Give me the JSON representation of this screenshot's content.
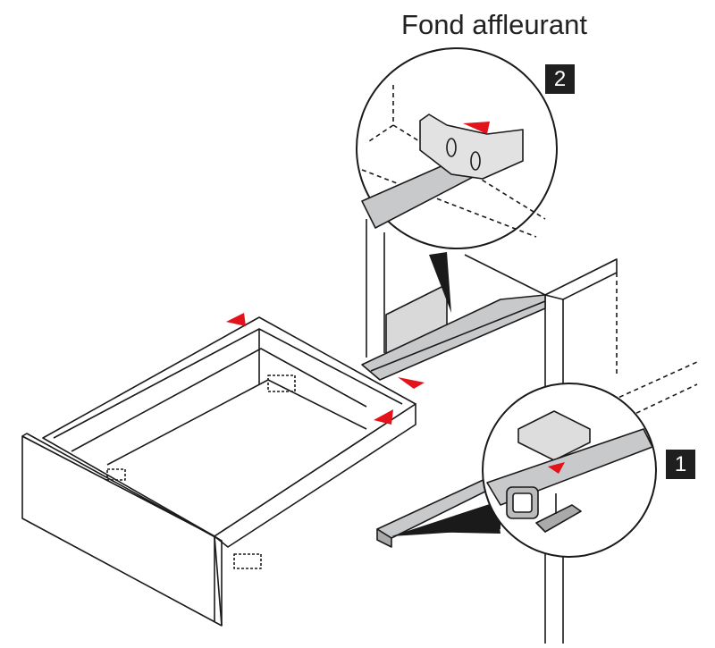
{
  "title": "Fond affleurant",
  "step_labels": {
    "step1": "1",
    "step2": "2"
  },
  "colors": {
    "arrow": "#e3121b",
    "line": "#1a1a1a",
    "rail": "#c8c9cb",
    "badge": "#1f1f1f"
  }
}
